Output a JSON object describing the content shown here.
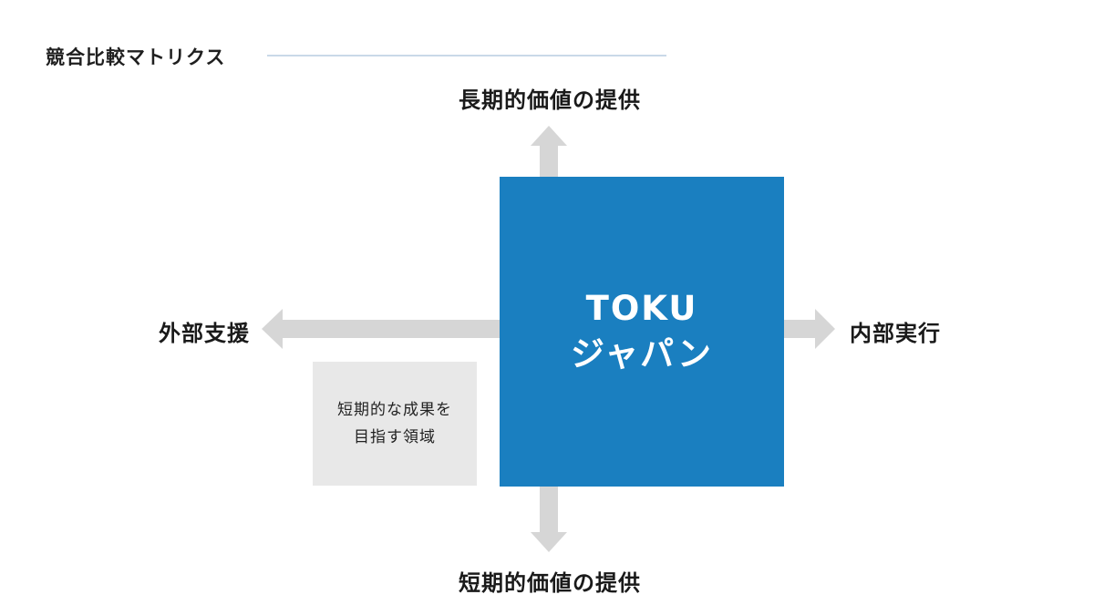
{
  "header": {
    "title": "競合比較マトリクス"
  },
  "axes": {
    "top": "長期的価値の提供",
    "bottom": "短期的価値の提供",
    "left": "外部支援",
    "right": "内部実行"
  },
  "quadrant_note": {
    "line1": "短期的な成果を",
    "line2": "目指す領域"
  },
  "company": {
    "line1": "TOKU",
    "line2": "ジャパン"
  },
  "colors": {
    "company_fill": "#1a7fc0",
    "note_fill": "#e8e8e8",
    "arrow": "#d6d6d6",
    "rule": "#c9d9e8"
  }
}
